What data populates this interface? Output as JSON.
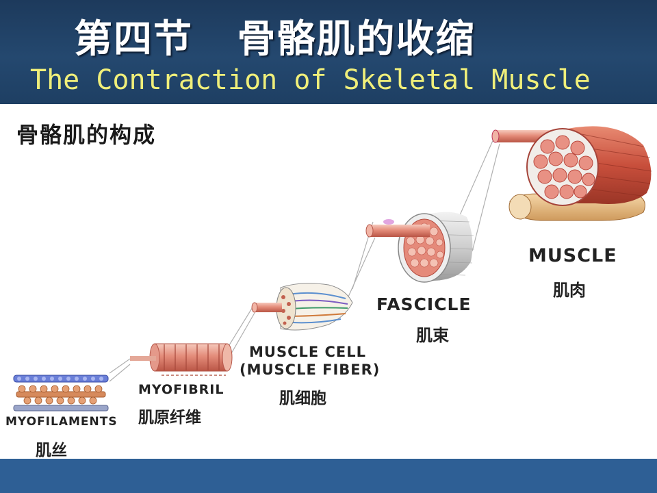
{
  "header": {
    "title_cn": "第四节   骨骼肌的收缩",
    "title_en": "The Contraction of Skeletal Muscle"
  },
  "section": {
    "title": "骨骼肌的构成"
  },
  "levels": [
    {
      "key": "muscle",
      "label_en": "MUSCLE",
      "label_cn": "肌肉",
      "icon": "muscle-icon"
    },
    {
      "key": "fascicle",
      "label_en": "FASCICLE",
      "label_cn": "肌束",
      "icon": "fascicle-icon"
    },
    {
      "key": "muscle_cell",
      "label_en": "MUSCLE CELL",
      "label_en2": "(MUSCLE FIBER)",
      "label_cn": "肌细胞",
      "icon": "muscle-cell-icon"
    },
    {
      "key": "myofibril",
      "label_en": "MYOFIBRIL",
      "label_cn": "肌原纤维",
      "icon": "myofibril-icon"
    },
    {
      "key": "myofilaments",
      "label_en": "MYOFILAMENTS",
      "label_cn": "肌丝",
      "icon": "myofilaments-icon"
    }
  ],
  "colors": {
    "header_bg": "#24486f",
    "title_en": "#f0ef7a",
    "footer_bg": "#2e5f95",
    "muscle_red": "#c8504a",
    "muscle_pink": "#e8a89a"
  }
}
